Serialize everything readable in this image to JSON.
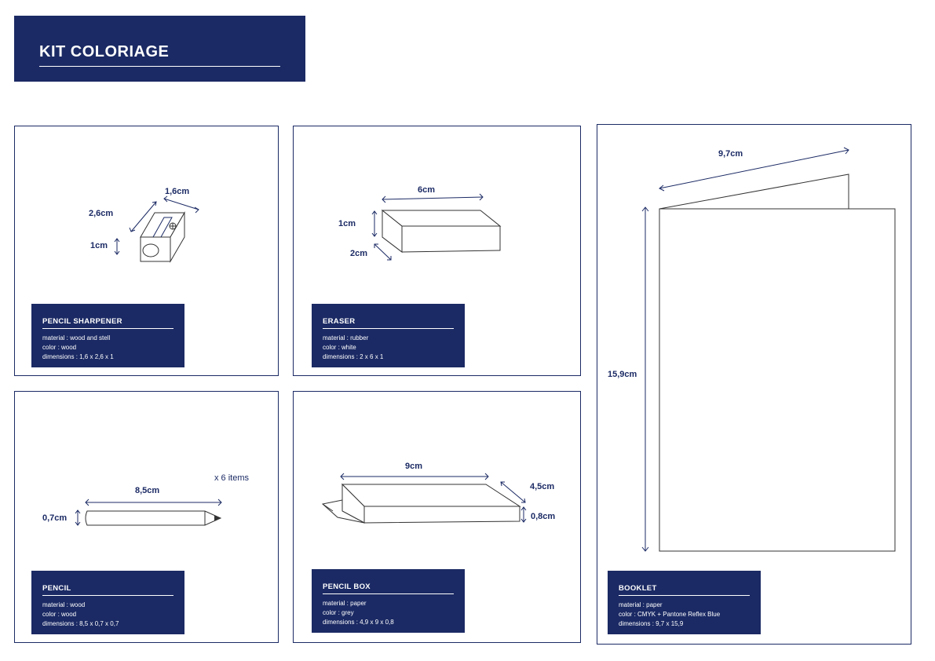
{
  "header": {
    "title": "KIT COLORIAGE"
  },
  "products": {
    "sharpener": {
      "title": "PENCIL SHARPENER",
      "lines": [
        "material : wood and stell",
        "color : wood",
        "dimensions : 1,6 x 2,6 x 1"
      ],
      "dims": {
        "width": "1,6cm",
        "length": "2,6cm",
        "height": "1cm"
      }
    },
    "eraser": {
      "title": "ERASER",
      "lines": [
        "material : rubber",
        "color : white",
        "dimensions : 2 x 6 x 1"
      ],
      "dims": {
        "length": "6cm",
        "height": "1cm",
        "depth": "2cm"
      }
    },
    "pencil": {
      "title": "PENCIL",
      "lines": [
        "material : wood",
        "color : wood",
        "dimensions : 8,5 x 0,7 x 0,7"
      ],
      "dims": {
        "length": "8,5cm",
        "diameter": "0,7cm"
      },
      "quantity": "x 6 items"
    },
    "pencil_box": {
      "title": "PENCIL BOX",
      "lines": [
        "material : paper",
        "color : grey",
        "dimensions : 4,9 x 9 x 0,8"
      ],
      "dims": {
        "length": "9cm",
        "width": "4,5cm",
        "height": "0,8cm"
      }
    },
    "booklet": {
      "title": "BOOKLET",
      "lines": [
        "material : paper",
        "color : CMYK + Pantone Reflex Blue",
        "dimensions : 9,7 x 15,9"
      ],
      "dims": {
        "width": "9,7cm",
        "height": "15,9cm"
      }
    }
  },
  "colors": {
    "brand": "#1b2a64",
    "background": "#ffffff"
  }
}
